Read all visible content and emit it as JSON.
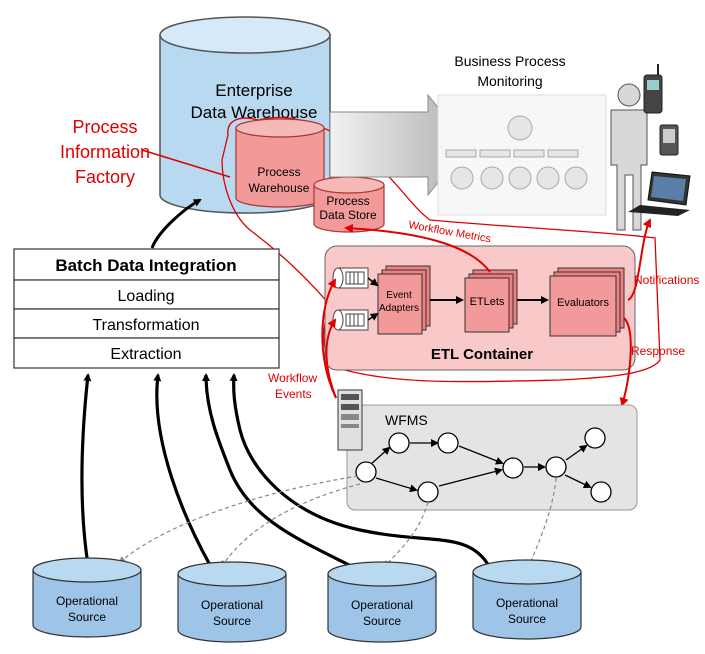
{
  "warehouse": {
    "line1": "Enterprise",
    "line2": "Data Warehouse"
  },
  "pif": {
    "line1": "Process",
    "line2": "Information",
    "line3": "Factory"
  },
  "process_warehouse": {
    "line1": "Process",
    "line2": "Warehouse"
  },
  "process_data_store": {
    "line1": "Process",
    "line2": "Data Store"
  },
  "bpm": {
    "line1": "Business Process",
    "line2": "Monitoring"
  },
  "batch": {
    "title": "Batch Data Integration",
    "layers": [
      "Loading",
      "Transformation",
      "Extraction"
    ]
  },
  "etl": {
    "title": "ETL Container",
    "event_adapters": {
      "line1": "Event",
      "line2": "Adapters"
    },
    "etlets": "ETLets",
    "evaluators": "Evaluators"
  },
  "edges": {
    "workflow_metrics": "Workflow Metrics",
    "notifications": "Notifications",
    "response": "Response",
    "workflow_events": {
      "line1": "Workflow",
      "line2": "Events"
    }
  },
  "wfms": "WFMS",
  "sources": [
    {
      "line1": "Operational",
      "line2": "Source"
    },
    {
      "line1": "Operational",
      "line2": "Source"
    },
    {
      "line1": "Operational",
      "line2": "Source"
    },
    {
      "line1": "Operational",
      "line2": "Source"
    }
  ],
  "colors": {
    "cylinder_blue": "#b9d9f1",
    "pink_fill": "#f29a9a",
    "container_fill": "#f9c8c8",
    "wfms_fill": "#e4e4e4",
    "red": "#e00000"
  }
}
